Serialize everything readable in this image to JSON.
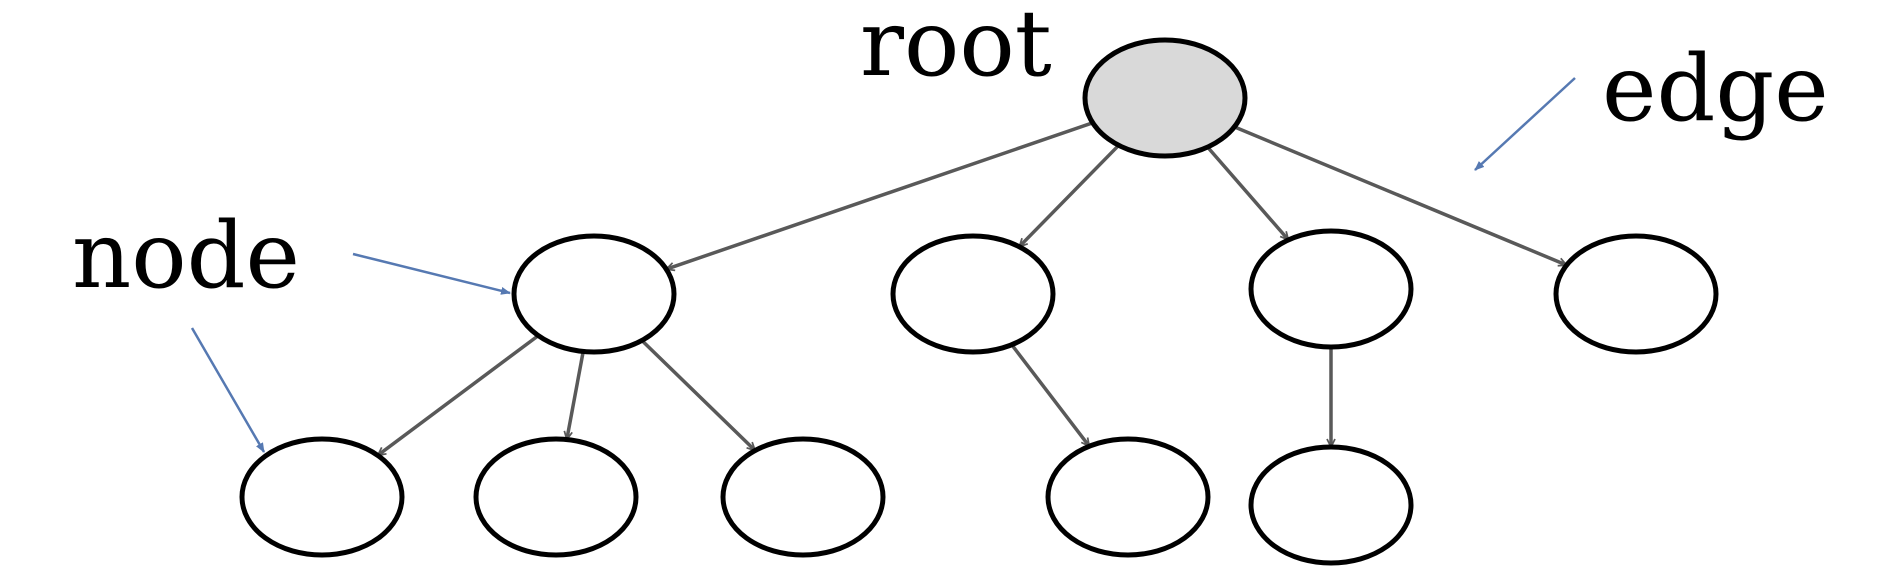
{
  "labels": {
    "root": "root",
    "edge": "edge",
    "node": "node"
  },
  "colors": {
    "root_fill": "#d9d9d9",
    "node_fill": "#ffffff",
    "node_stroke": "#000000",
    "edge_stroke": "#595959",
    "callout_stroke": "#5679b2"
  },
  "tree": {
    "root": "n0",
    "nodes": [
      "n0",
      "n1",
      "n2",
      "n3",
      "n4",
      "n5",
      "n6",
      "n7",
      "n8",
      "n9"
    ],
    "edges": [
      [
        "n0",
        "n1"
      ],
      [
        "n0",
        "n2"
      ],
      [
        "n0",
        "n3"
      ],
      [
        "n0",
        "n4"
      ],
      [
        "n1",
        "n5"
      ],
      [
        "n1",
        "n6"
      ],
      [
        "n1",
        "n7"
      ],
      [
        "n2",
        "n8"
      ],
      [
        "n3",
        "n9"
      ]
    ]
  }
}
